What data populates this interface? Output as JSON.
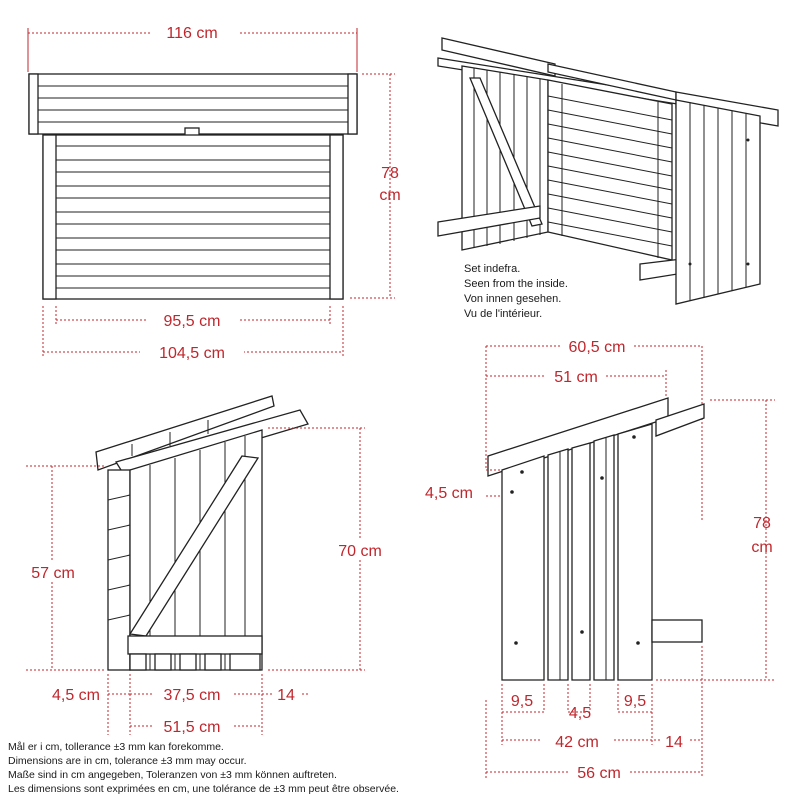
{
  "dimensions": {
    "top_width": "116 cm",
    "top_height_value": "78",
    "top_height_unit": "cm",
    "top_inner_width": "95,5 cm",
    "top_base_width": "104,5 cm",
    "side_height_low": "57 cm",
    "side_height_high": "70 cm",
    "side_thickness": "4,5 cm",
    "side_inner_depth": "37,5 cm",
    "side_overhang": "14",
    "side_depth": "51,5 cm",
    "front_roof_depth": "60,5 cm",
    "front_inner": "51 cm",
    "front_offset": "4,5 cm",
    "front_height_value": "78",
    "front_height_unit": "cm",
    "front_slat_left": "9,5",
    "front_slat_mid": "4,5",
    "front_slat_right": "9,5",
    "front_base": "42 cm",
    "front_overhang": "14",
    "front_total": "56 cm"
  },
  "inside_view_caption": [
    "Set indefra.",
    "Seen from the inside.",
    "Von innen gesehen.",
    "Vu de l'intérieur."
  ],
  "footer_notes": [
    "Mål er i cm, tollerance ±3 mm kan forekomme.",
    "Dimensions are in cm, tolerance ±3 mm may occur.",
    "Maße sind in cm angegeben, Toleranzen von ±3 mm können auftreten.",
    "Les dimensions sont exprimées en cm, une tolérance de ±3 mm peut être observée."
  ],
  "colors": {
    "dimension": "#c0272d",
    "line": "#222222"
  }
}
